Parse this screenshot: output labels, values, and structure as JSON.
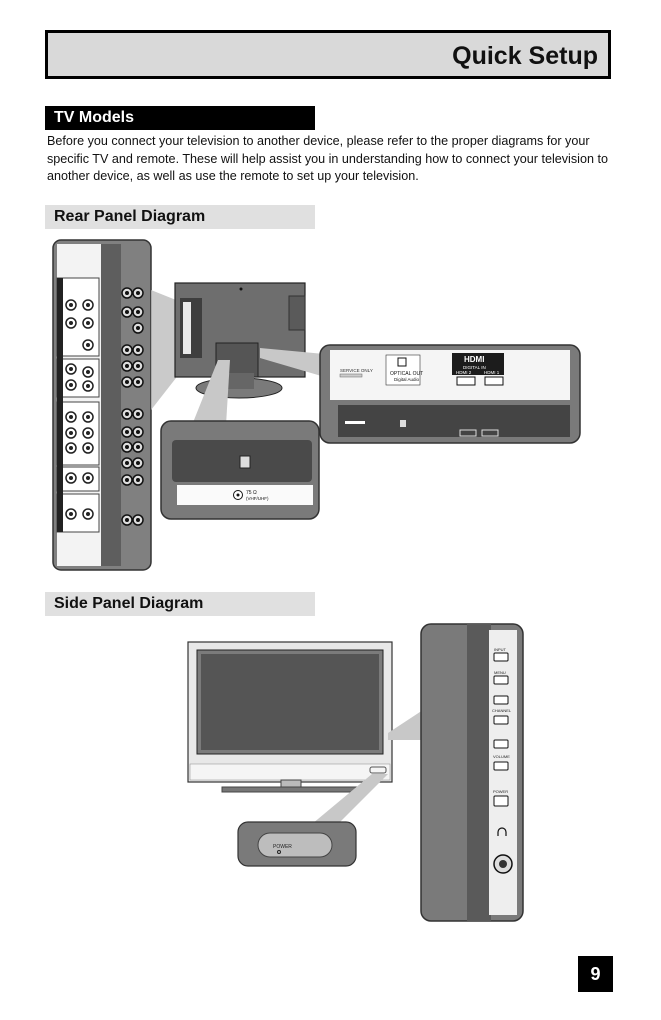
{
  "header": {
    "title": "Quick Setup"
  },
  "tv_models": {
    "heading": "TV Models",
    "intro": "Before you connect your television to another device, please refer to the proper diagrams for your specific TV and remote. These will help assist you in understanding how to connect your television to another device, as well as use the remote to set up your television."
  },
  "rear_panel": {
    "heading": "Rear Panel Diagram",
    "callout_right": {
      "service_label": "SERVICE ONLY",
      "optical_label": "OPTICAL OUT",
      "optical_sub": "Digital Audio",
      "hdmi_logo": "HDMI",
      "digital_in": "DIGITAL IN",
      "hdmi2": "HDMI 2",
      "hdmi1": "HDMI 1"
    },
    "callout_bottom": {
      "ant_label": "75 Ω",
      "ant_sub": "(VHF/UHF)"
    }
  },
  "side_panel": {
    "heading": "Side Panel Diagram",
    "power_label": "POWER",
    "buttons": [
      "INPUT",
      "MENU",
      "CHANNEL",
      "VOLUME",
      "POWER"
    ]
  },
  "page_number": "9"
}
